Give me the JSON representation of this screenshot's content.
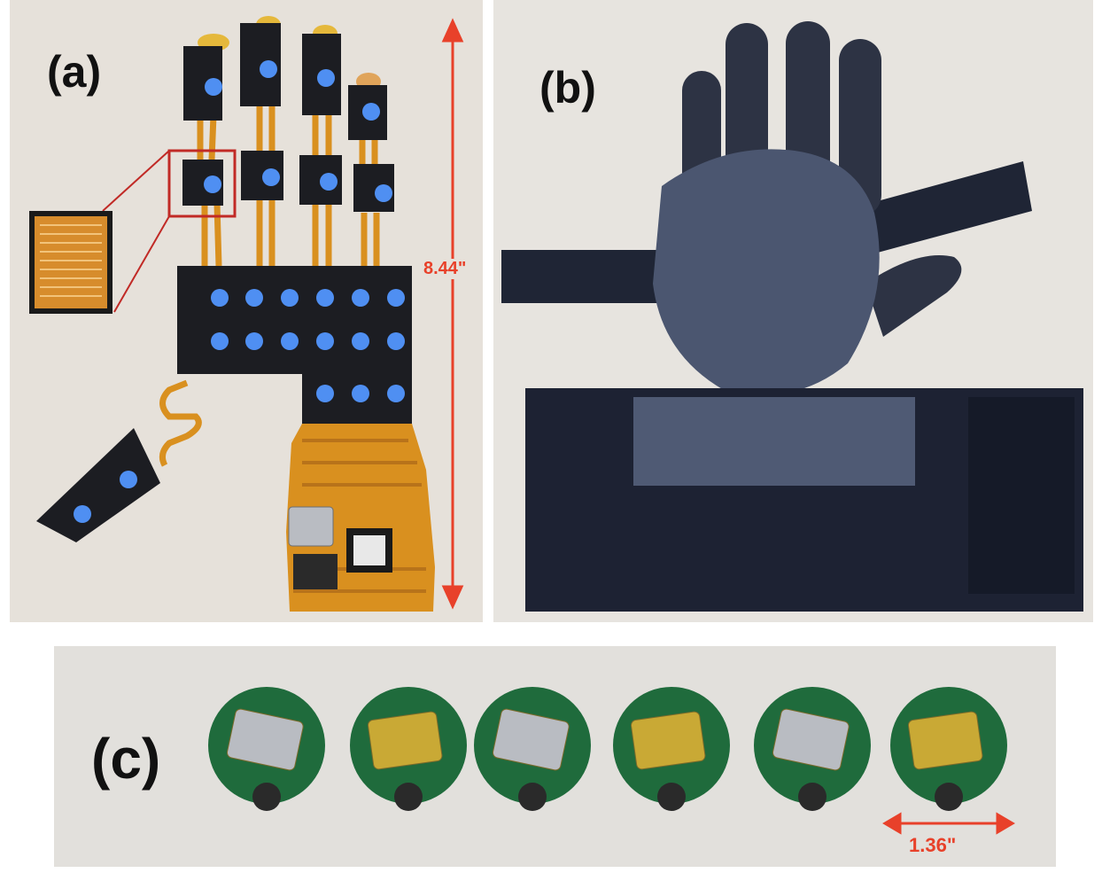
{
  "panels": {
    "a": {
      "label": "(a)",
      "dimension": "8.44\""
    },
    "b": {
      "label": "(b)"
    },
    "c": {
      "label": "(c)",
      "dimension": "1.36\""
    }
  },
  "colors": {
    "dot": "#4f8ff2",
    "flex_pcb": "#d9901f",
    "sensor_black": "#1c1d22",
    "glove": "#2b3040",
    "arrow": "#e8412a",
    "pcb_green": "#1f6b3c"
  }
}
